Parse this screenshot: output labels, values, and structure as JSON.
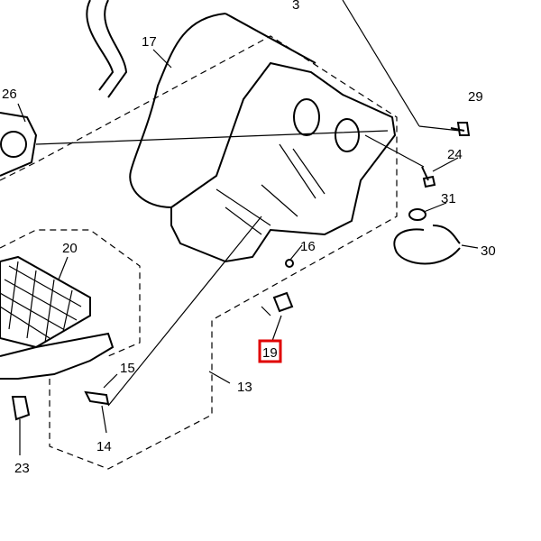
{
  "diagram": {
    "callouts": [
      {
        "id": "3",
        "label": "3"
      },
      {
        "id": "17",
        "label": "17"
      },
      {
        "id": "26",
        "label": "26"
      },
      {
        "id": "29",
        "label": "29"
      },
      {
        "id": "24",
        "label": "24"
      },
      {
        "id": "31",
        "label": "31"
      },
      {
        "id": "30",
        "label": "30"
      },
      {
        "id": "16",
        "label": "16"
      },
      {
        "id": "20",
        "label": "20"
      },
      {
        "id": "19",
        "label": "19",
        "highlighted": true
      },
      {
        "id": "15",
        "label": "15"
      },
      {
        "id": "13",
        "label": "13"
      },
      {
        "id": "14",
        "label": "14"
      },
      {
        "id": "23",
        "label": "23"
      }
    ],
    "highlight_color": "#e00000"
  }
}
